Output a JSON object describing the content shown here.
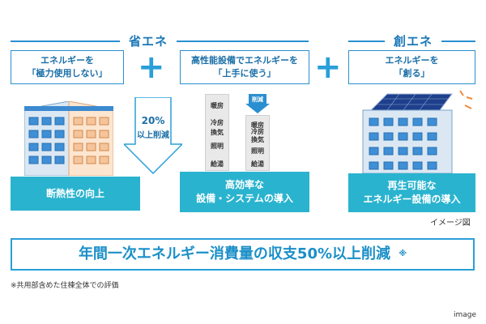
{
  "headers": {
    "save": "省エネ",
    "create": "創エネ"
  },
  "boxes": {
    "box1": [
      "エネルギーを",
      "「極力使用しない」"
    ],
    "box2": [
      "高性能設備でエネルギーを",
      "「上手に使う」"
    ],
    "box3": [
      "エネルギーを",
      "「創る」"
    ]
  },
  "arrow_label": [
    "20%",
    "以上削減"
  ],
  "columns": {
    "left": [
      "暖房",
      "冷房",
      "換気",
      "照明",
      "給湯"
    ],
    "right_tag": "削減",
    "right": [
      "暖房",
      "冷房",
      "換気",
      "照明",
      "給湯"
    ]
  },
  "panels": {
    "p1": [
      "断熱性の向上"
    ],
    "p2": [
      "高効率な",
      "設備・システムの導入"
    ],
    "p3": [
      "再生可能な",
      "エネルギー設備の導入"
    ]
  },
  "image_label": "イメージ図",
  "summary": "年間一次エネルギー消費量の収支50%以上削減",
  "summary_mark": "※",
  "footnote": "※共用部含めた住棟全体での評価",
  "corner_label": "image",
  "colors": {
    "accent": "#2a9fd8",
    "panel": "#2ab3cf",
    "window_blue": "#3f8fd6",
    "window_warm": "#f7c9a0",
    "solar": "#1e3f8c"
  }
}
